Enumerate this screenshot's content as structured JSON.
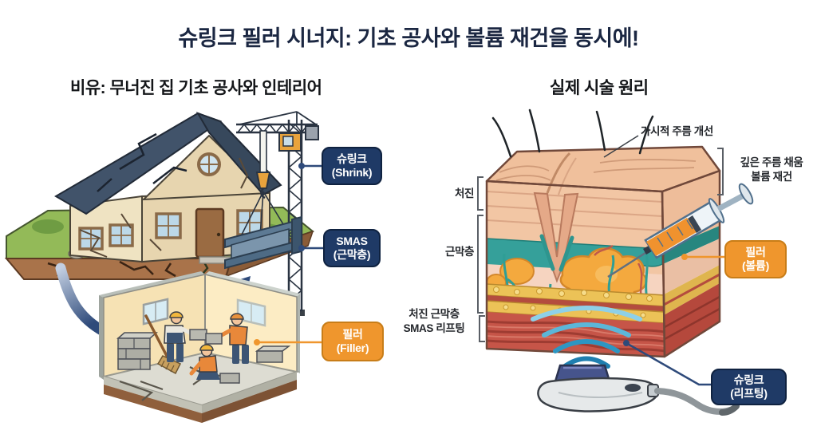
{
  "title": "슈링크 필러 시너지: 기초 공사와 볼륨 재건을 동시에!",
  "left_panel": {
    "heading": "비유: 무너진 집 기초 공사와 인테리어",
    "callouts": {
      "shrink": {
        "line1": "슈링크",
        "line2": "(Shrink)"
      },
      "smas": {
        "line1": "SMAS",
        "line2": "(근막층)"
      },
      "filler": {
        "line1": "필러",
        "line2": "(Filler)"
      }
    }
  },
  "right_panel": {
    "heading": "실제 시술 원리",
    "annotations": {
      "visible_wrinkle_improvement": "가시적 주름 개선",
      "deep_wrinkle_fill": {
        "line1": "깊은 주름 채움",
        "line2": "볼륨 재건"
      },
      "sagging": "처진",
      "fascia_layer": "근막층",
      "smas_lifting": {
        "line1": "처진 근막층",
        "line2": "SMAS 리프팅"
      }
    },
    "callouts": {
      "filler_volume": {
        "line1": "필러",
        "line2": "(볼륨)"
      },
      "shrink_lifting": {
        "line1": "슈링크",
        "line2": "(리프팅)"
      }
    }
  },
  "colors": {
    "navy_callout": "#1f3a66",
    "orange_callout": "#ef962d",
    "arrow_navy": "#2e4a7a",
    "title_text": "#1b2742",
    "annotation_text": "#23262b"
  }
}
